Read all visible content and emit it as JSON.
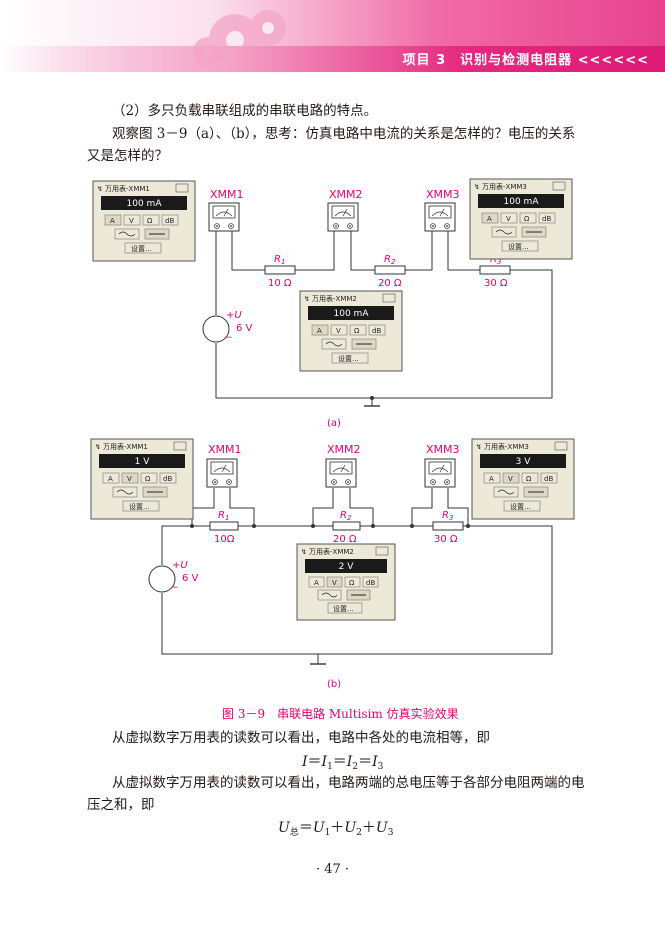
{
  "header": {
    "title": "项目 3　识别与检测电阻器 <<<<<<"
  },
  "paragraphs": {
    "p1": "（2）多只负载串联组成的串联电路的特点。",
    "p2": "观察图 3－9（a）、（b），思考：仿真电路中电流的关系是怎样的？电压的关系又是怎样的？",
    "p3": "从虚拟数字万用表的读数可以看出，电路中各处的电流相等，即",
    "p4": "从虚拟数字万用表的读数可以看出，电路两端的总电压等于各部分电阻两端的电压之和，即"
  },
  "formulas": {
    "current": {
      "I": "I",
      "eq": "＝",
      "I1": "I",
      "s1": "1",
      "I2": "I",
      "s2": "2",
      "I3": "I",
      "s3": "3"
    },
    "voltage": {
      "U": "U",
      "total": "总",
      "eq": "＝",
      "U1": "U",
      "s1": "1",
      "plus": "＋",
      "U2": "U",
      "s2": "2",
      "U3": "U",
      "s3": "3"
    }
  },
  "figure": {
    "caption": "图 3－9　串联电路 Multisim 仿真实验效果",
    "label_a": "(a)",
    "label_b": "(b)",
    "meter_window_title_1": "万用表-XMM1",
    "meter_window_title_2": "万用表-XMM2",
    "meter_window_title_3": "万用表-XMM3",
    "meter_buttons": [
      "A",
      "V",
      "Ω",
      "dB"
    ],
    "settings_label": "设置...",
    "circuit_a": {
      "meters": [
        "XMM1",
        "XMM2",
        "XMM3"
      ],
      "readings": [
        "100 mA",
        "100 mA",
        "100 mA"
      ],
      "resistors": [
        {
          "name": "R",
          "sub": "1",
          "value": "10 Ω"
        },
        {
          "name": "R",
          "sub": "2",
          "value": "20 Ω"
        },
        {
          "name": "R",
          "sub": "3",
          "value": "30 Ω"
        }
      ],
      "source": {
        "name": "+U",
        "value": "6 V"
      }
    },
    "circuit_b": {
      "meters": [
        "XMM1",
        "XMM2",
        "XMM3"
      ],
      "readings": [
        "1 V",
        "2 V",
        "3 V"
      ],
      "resistors": [
        {
          "name": "R",
          "sub": "1",
          "value": "10Ω"
        },
        {
          "name": "R",
          "sub": "2",
          "value": "20 Ω"
        },
        {
          "name": "R",
          "sub": "3",
          "value": "30 Ω"
        }
      ],
      "source": {
        "name": "+U",
        "value": "6 V"
      }
    }
  },
  "page_number": "· 47 ·"
}
